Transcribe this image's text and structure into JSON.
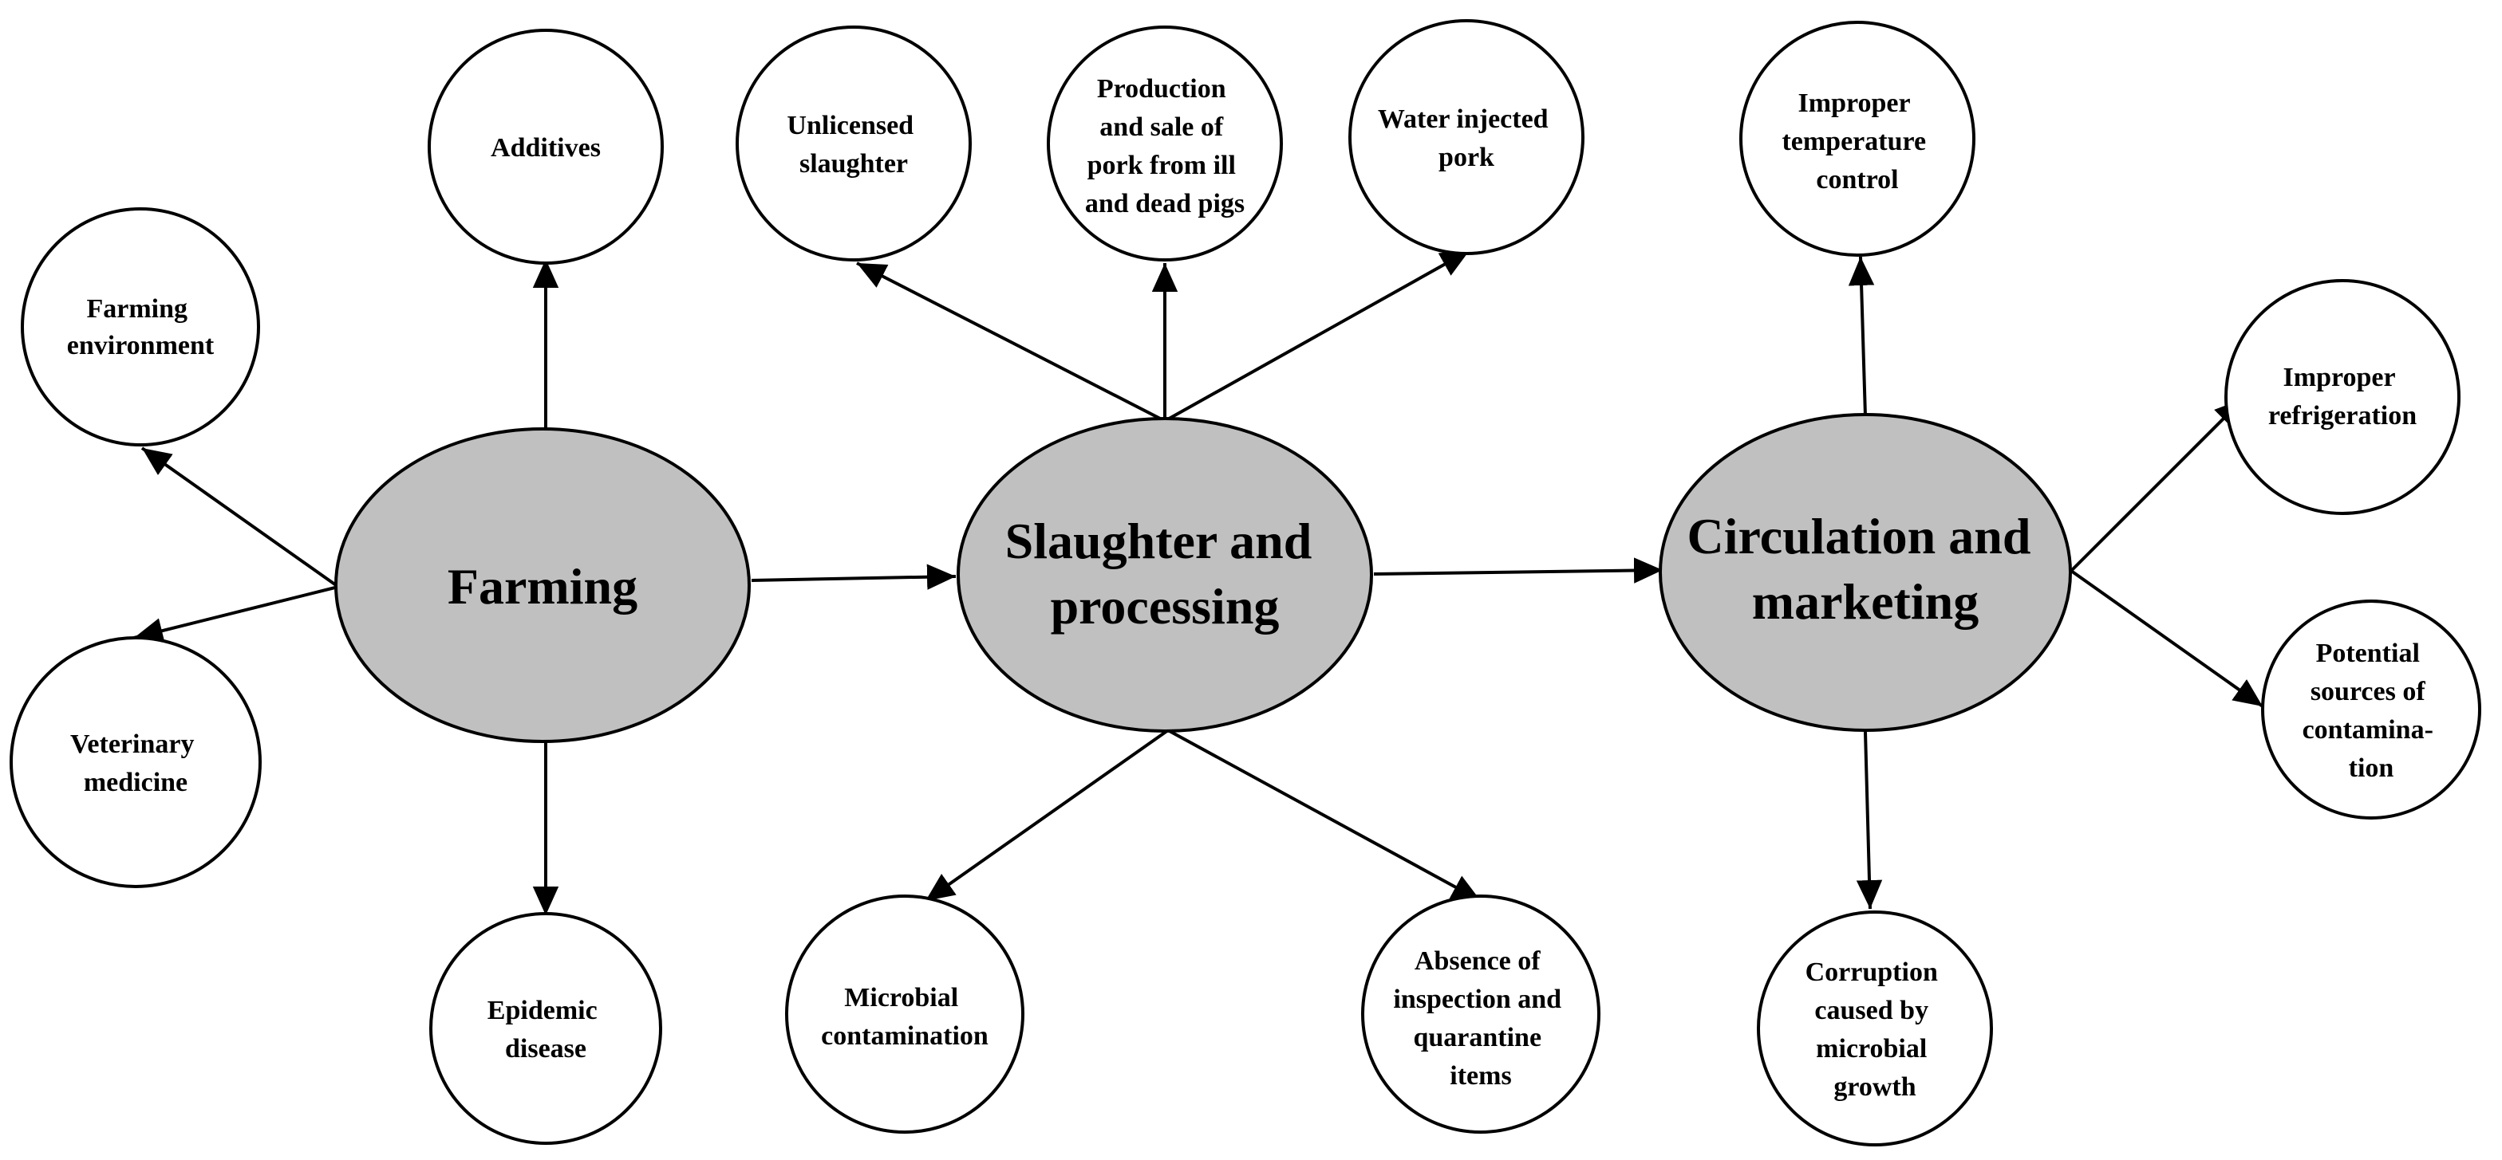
{
  "nodes": {
    "farming": {
      "lines": [
        "Farming"
      ]
    },
    "slaughter": {
      "lines": [
        "Slaughter and",
        "processing"
      ]
    },
    "circulation": {
      "lines": [
        "Circulation and",
        "marketing"
      ]
    },
    "additives": {
      "lines": [
        "Additives"
      ]
    },
    "farming_environment": {
      "lines": [
        "Farming",
        "environment"
      ]
    },
    "veterinary_medicine": {
      "lines": [
        "Veterinary",
        "medicine"
      ]
    },
    "epidemic_disease": {
      "lines": [
        "Epidemic",
        "disease"
      ]
    },
    "unlicensed_slaughter": {
      "lines": [
        "Unlicensed",
        "slaughter"
      ]
    },
    "ill_dead_pigs": {
      "lines": [
        "Production",
        "and sale of",
        "pork from ill",
        "and dead pigs"
      ]
    },
    "water_injected_pork": {
      "lines": [
        "Water injected",
        "pork"
      ]
    },
    "microbial_contamination": {
      "lines": [
        "Microbial",
        "contamination"
      ]
    },
    "absence_inspection": {
      "lines": [
        "Absence of",
        "inspection and",
        "quarantine",
        "items"
      ]
    },
    "improper_temperature": {
      "lines": [
        "Improper",
        "temperature",
        "control"
      ]
    },
    "improper_refrigeration": {
      "lines": [
        "Improper",
        "refrigeration"
      ]
    },
    "potential_sources": {
      "lines": [
        "Potential",
        "sources of",
        "contamina-",
        "tion"
      ]
    },
    "corruption_microbial": {
      "lines": [
        "Corruption",
        "caused by",
        "microbial",
        "growth"
      ]
    }
  }
}
